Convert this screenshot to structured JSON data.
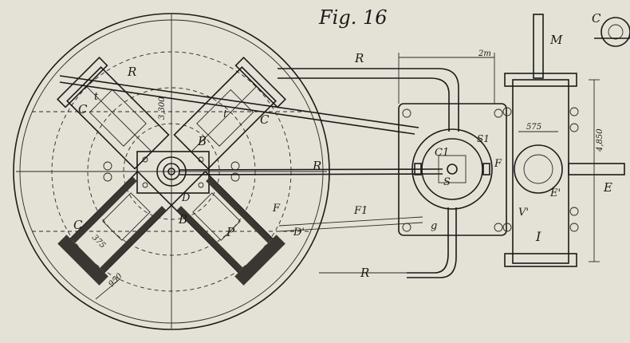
{
  "figure": {
    "title": "Fig. 16",
    "labels": {
      "C_top_left": "C",
      "t_top_left": "t",
      "R_top_left": "R",
      "t_top_right": "t",
      "C_top_right": "C",
      "B_upper": "B",
      "R_upper_pipe": "R",
      "R_mid_rod": "R",
      "D": "D",
      "B_lower": "B",
      "C_lower_left": "C",
      "P": "P",
      "F_lower": "F",
      "F1": "F1",
      "D_prime": "D'",
      "g": "g",
      "R_bottom": "R",
      "C1": "C1",
      "S1": "S1",
      "S": "S",
      "F_right": "F",
      "E_prime": "E'",
      "E": "E",
      "V_prime": "V'",
      "I": "I",
      "M": "M",
      "C_corner": "C"
    },
    "dimensions": {
      "dia_3300": "3,300",
      "dim_575_right": "575",
      "dim_4850": "4,850",
      "dim_375": "375",
      "dim_950": "950",
      "dim_2m": "2m"
    }
  }
}
